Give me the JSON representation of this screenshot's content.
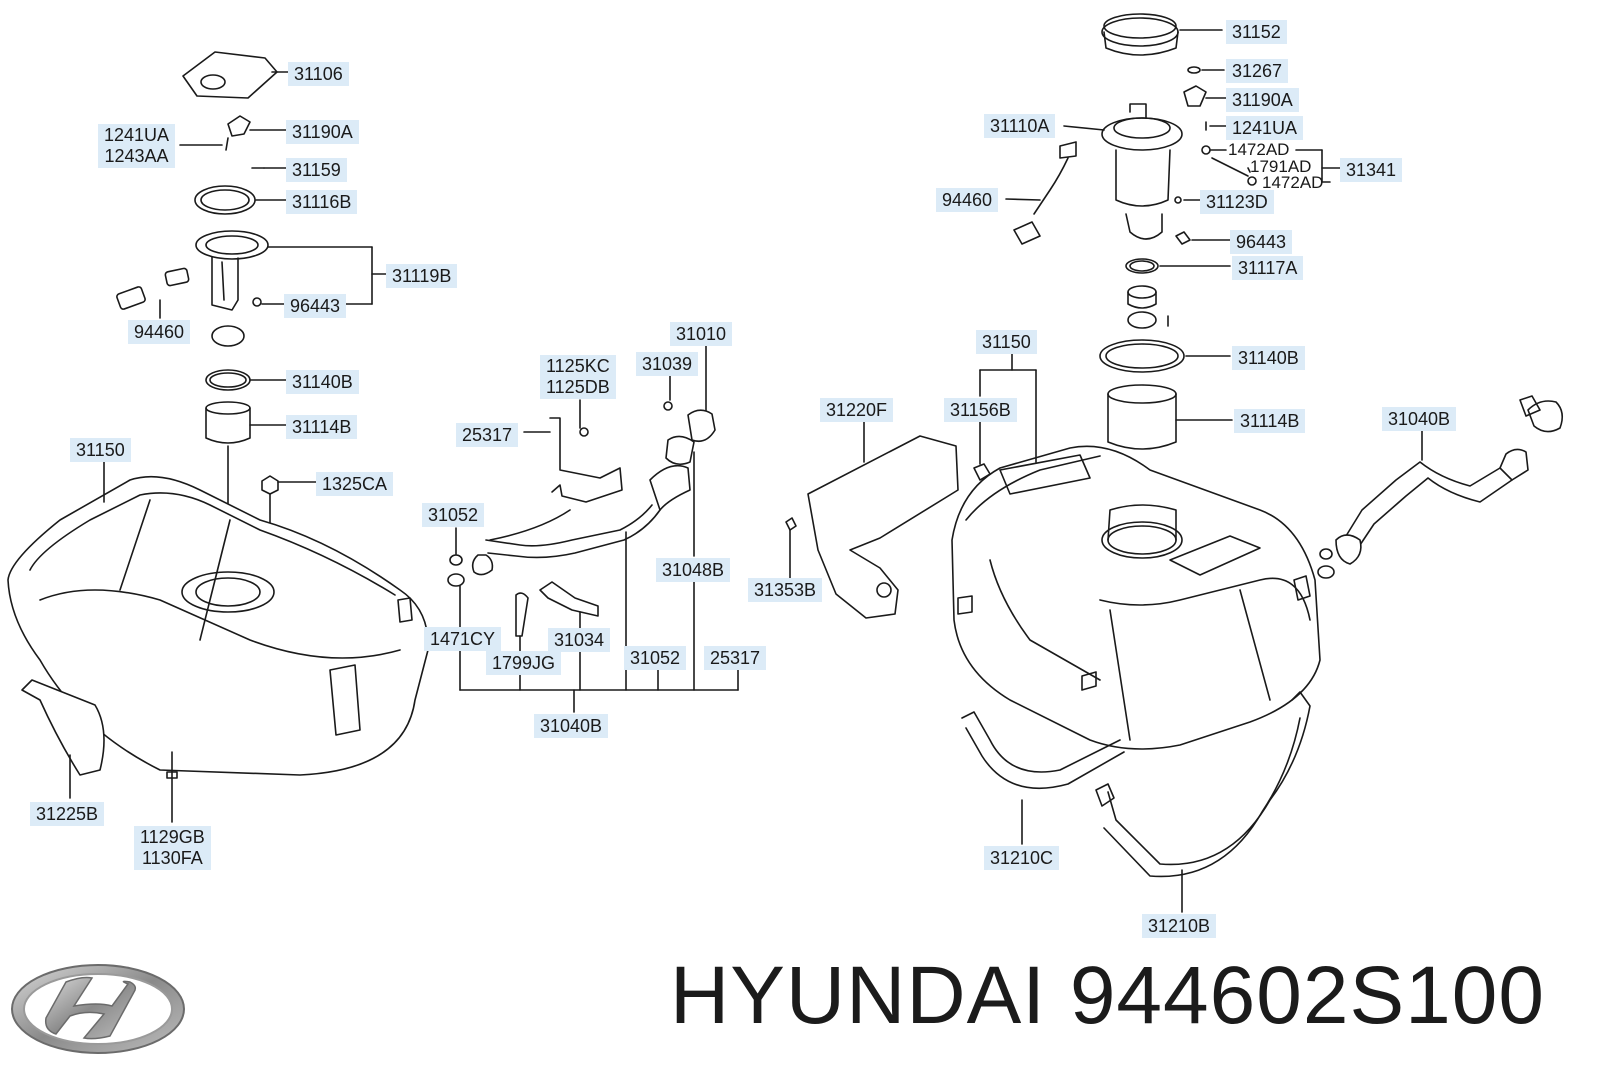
{
  "diagram": {
    "callouts": {
      "p31106": "31106",
      "p31190A_l": "31190A",
      "p1241UA_l": "1241UA\n1243AA",
      "p31159": "31159",
      "p31116B": "31116B",
      "p31119B": "31119B",
      "p96443_l": "96443",
      "p94460_l": "94460",
      "p31140B_l": "31140B",
      "p31114B_l": "31114B",
      "p31150_l": "31150",
      "p1325CA": "1325CA",
      "p31225B": "31225B",
      "p1129GB": "1129GB\n1130FA",
      "p31010": "31010",
      "p1125KC": "1125KC\n1125DB",
      "p31039": "31039",
      "p25317_a": "25317",
      "p31052_a": "31052",
      "p31048B": "31048B",
      "p1471CY": "1471CY",
      "p31034": "31034",
      "p1799JG": "1799JG",
      "p31052_b": "31052",
      "p25317_b": "25317",
      "p31040B_c": "31040B",
      "p31220F": "31220F",
      "p31353B": "31353B",
      "p31150_r": "31150",
      "p31156B": "31156B",
      "p31152": "31152",
      "p31267": "31267",
      "p31190A_r": "31190A",
      "p31110A": "31110A",
      "p1241UA_r": "1241UA",
      "p1472AD_a": "1472AD",
      "p1791AD": "1791AD",
      "p1472AD_b": "1472AD",
      "p31341": "31341",
      "p94460_r": "94460",
      "p31123D": "31123D",
      "p96443_r": "96443",
      "p31117A": "31117A",
      "p31140B_r": "31140B",
      "p31114B_r": "31114B",
      "p31040B_r": "31040B",
      "p31210C": "31210C",
      "p31210B": "31210B"
    }
  },
  "footer": {
    "brand_text": "HYUNDAI 944602S100",
    "logo_icon": "hyundai-logo-icon"
  }
}
